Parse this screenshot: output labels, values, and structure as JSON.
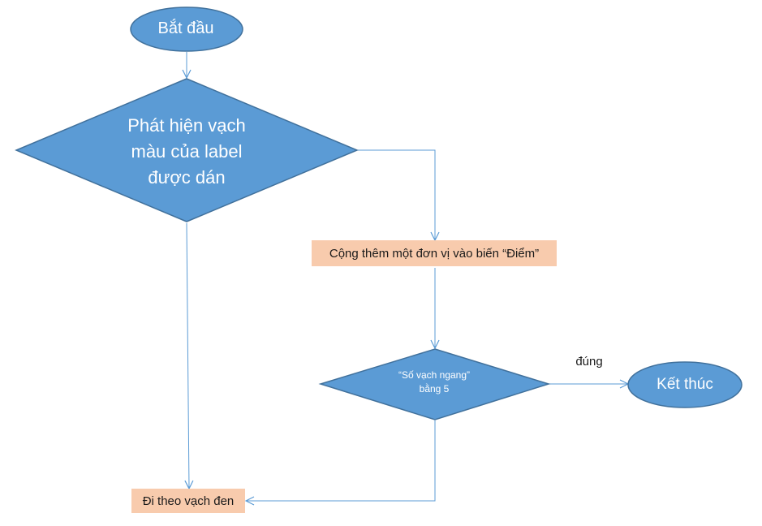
{
  "colors": {
    "shape_fill": "#5b9bd5",
    "shape_stroke": "#41719c",
    "process_fill": "#f8cbad",
    "connector": "#5b9bd5",
    "shape_text": "#ffffff",
    "process_text": "#1a1a1a"
  },
  "nodes": {
    "start": {
      "shape": "ellipse",
      "label": "Bắt đầu"
    },
    "decision_label": {
      "shape": "diamond",
      "label": "Phát hiện vạch\nmàu của label\nđược dán"
    },
    "process_add_point": {
      "shape": "rectangle",
      "label": "Cộng thêm một đơn vị vào biến “Điểm”"
    },
    "decision_count": {
      "shape": "diamond",
      "label": "“Số vạch ngang”\nbằng 5"
    },
    "end": {
      "shape": "ellipse",
      "label": "Kết thúc"
    },
    "process_follow_line": {
      "shape": "rectangle",
      "label": "Đi theo vạch đen"
    }
  },
  "edges": {
    "yes_label": "đúng"
  }
}
